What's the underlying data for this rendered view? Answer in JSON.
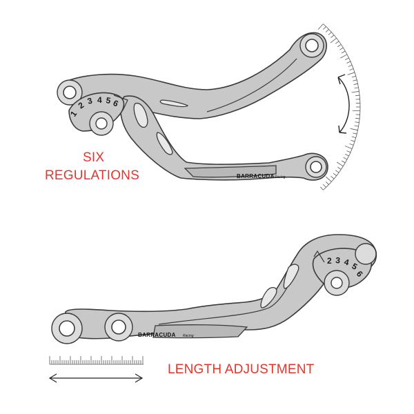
{
  "captions": {
    "six_line1": "SIX",
    "six_line2": "REGULATIONS",
    "length": "LENGTH ADJUSTMENT"
  },
  "brand": {
    "name": "BARRACUDA",
    "sub": "Racing"
  },
  "dial_top": [
    "1",
    "2",
    "3",
    "4",
    "5",
    "6"
  ],
  "dial_bottom": [
    "2",
    "3",
    "4",
    "5",
    "6"
  ],
  "colors": {
    "caption": "#e8332a",
    "body": "#c8c8c8",
    "body_light": "#d9d9d9",
    "outline": "#3a3a3a"
  }
}
